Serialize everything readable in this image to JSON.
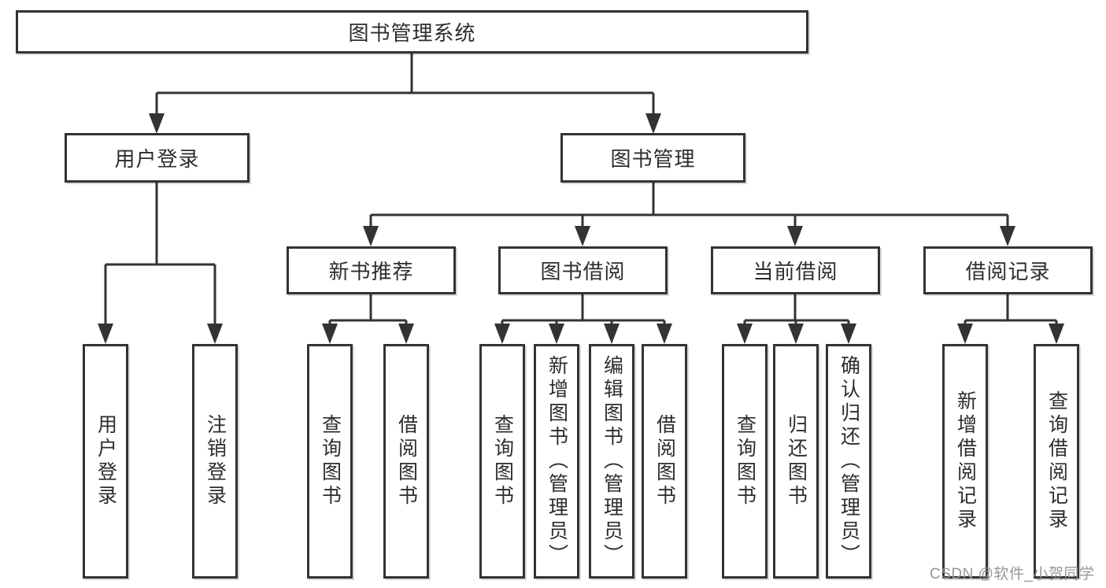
{
  "diagram": {
    "root": {
      "label": "图书管理系统"
    },
    "level2": [
      {
        "label": "用户登录"
      },
      {
        "label": "图书管理"
      }
    ],
    "level3": [
      {
        "label": "新书推荐"
      },
      {
        "label": "图书借阅"
      },
      {
        "label": "当前借阅"
      },
      {
        "label": "借阅记录"
      }
    ],
    "leaves": {
      "userLogin": [
        {
          "label": "用户登录"
        },
        {
          "label": "注销登录"
        }
      ],
      "newBookRec": [
        {
          "label": "查询图书"
        },
        {
          "label": "借阅图书"
        }
      ],
      "bookBorrow": [
        {
          "label": "查询图书"
        },
        {
          "label": "新增图书（管理员）"
        },
        {
          "label": "编辑图书（管理员）"
        },
        {
          "label": "借阅图书"
        }
      ],
      "currentBorrow": [
        {
          "label": "查询图书"
        },
        {
          "label": "归还图书"
        },
        {
          "label": "确认归还（管理员）"
        }
      ],
      "borrowRecords": [
        {
          "label": "新增借阅记录"
        },
        {
          "label": "查询借阅记录"
        }
      ]
    }
  },
  "watermark": {
    "text": "CSDN @软件_小贺同学"
  },
  "colors": {
    "line": "#333333",
    "text": "#2d2d2d",
    "box_background": "#ffffff",
    "page_background": "#ffffff",
    "watermark": "#919191"
  }
}
